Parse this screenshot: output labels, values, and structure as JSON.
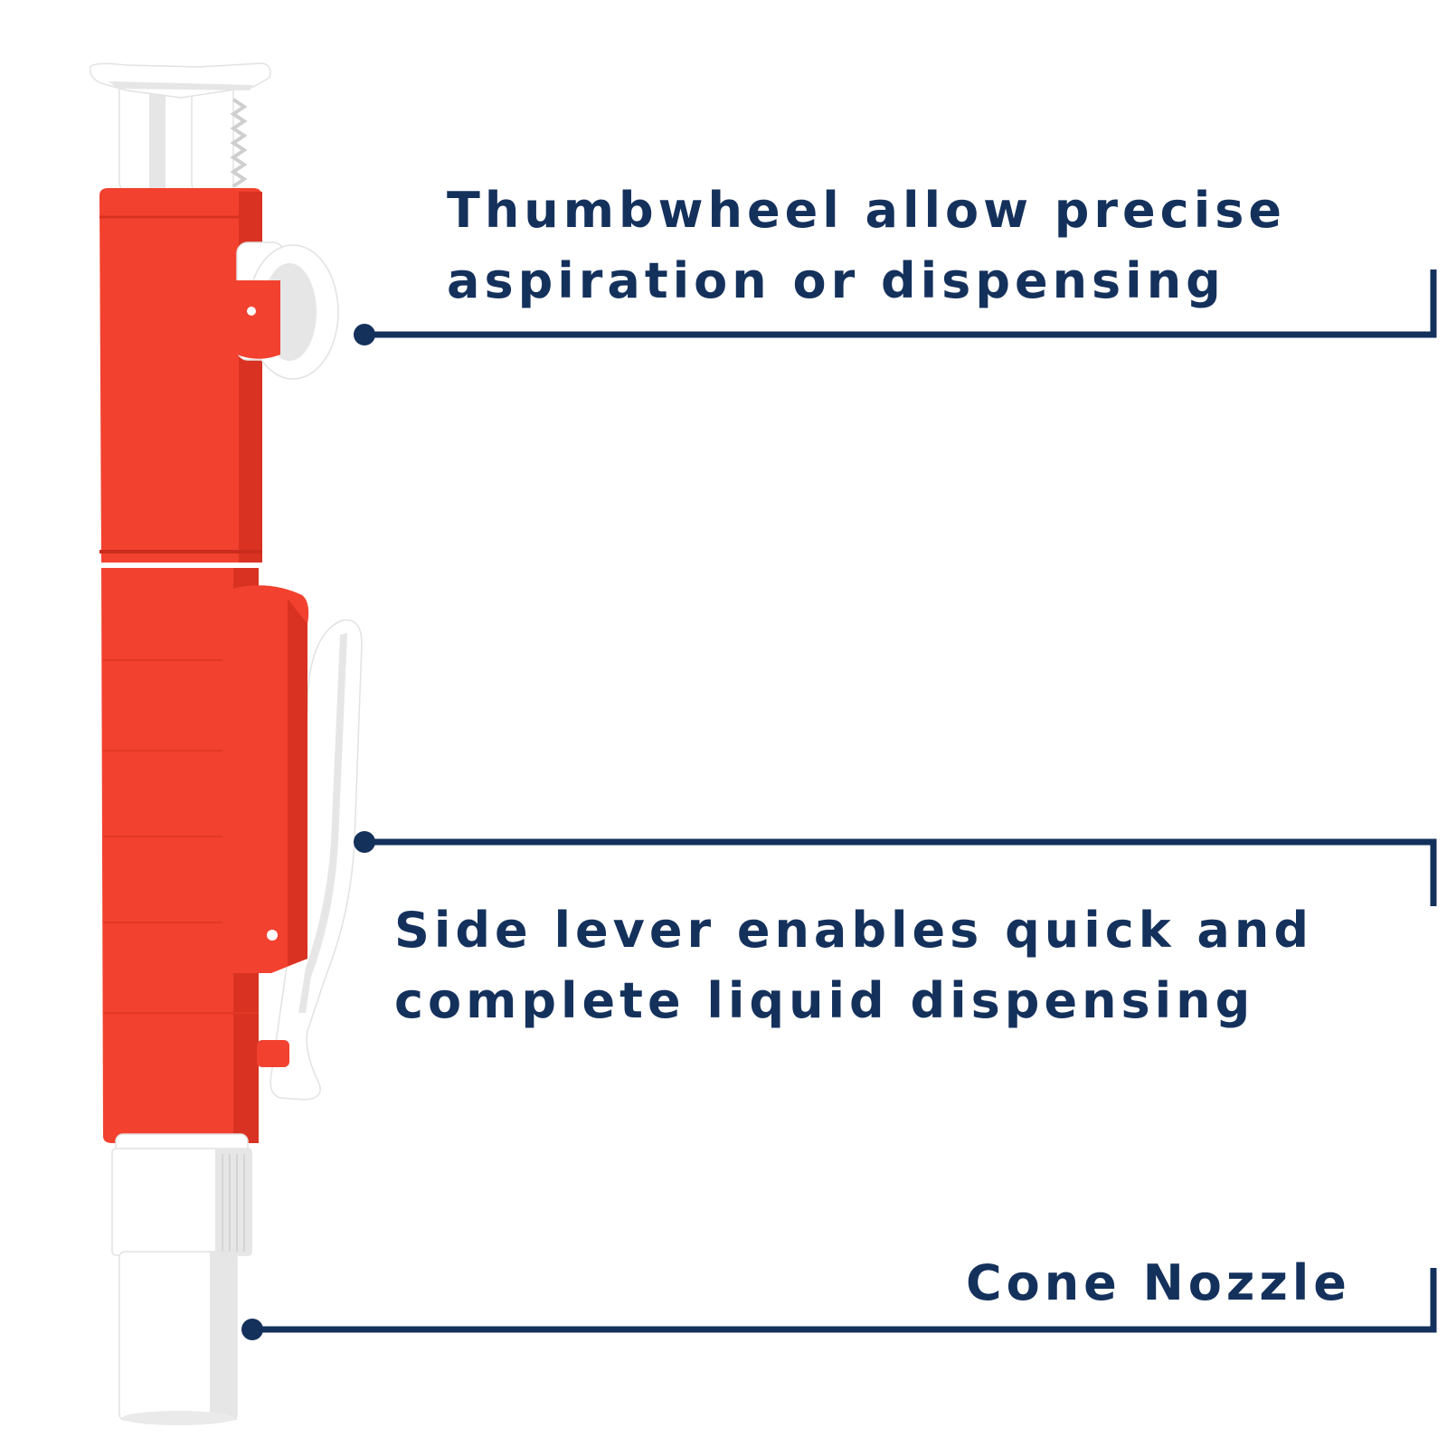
{
  "colors": {
    "text": "#14315c",
    "leader_line": "#14315c",
    "pump_body": "#f2412f",
    "pump_body_shade": "#d93222",
    "pump_plastic": "#ffffff",
    "pump_plastic_shade": "#e6e6e6"
  },
  "callouts": {
    "thumbwheel": {
      "line1": "Thumbwheel allow precise",
      "line2": "aspiration or dispensing"
    },
    "side_lever": {
      "line1": "Side lever enables quick and",
      "line2": "complete liquid dispensing"
    },
    "nozzle": {
      "label": "Cone Nozzle"
    }
  }
}
